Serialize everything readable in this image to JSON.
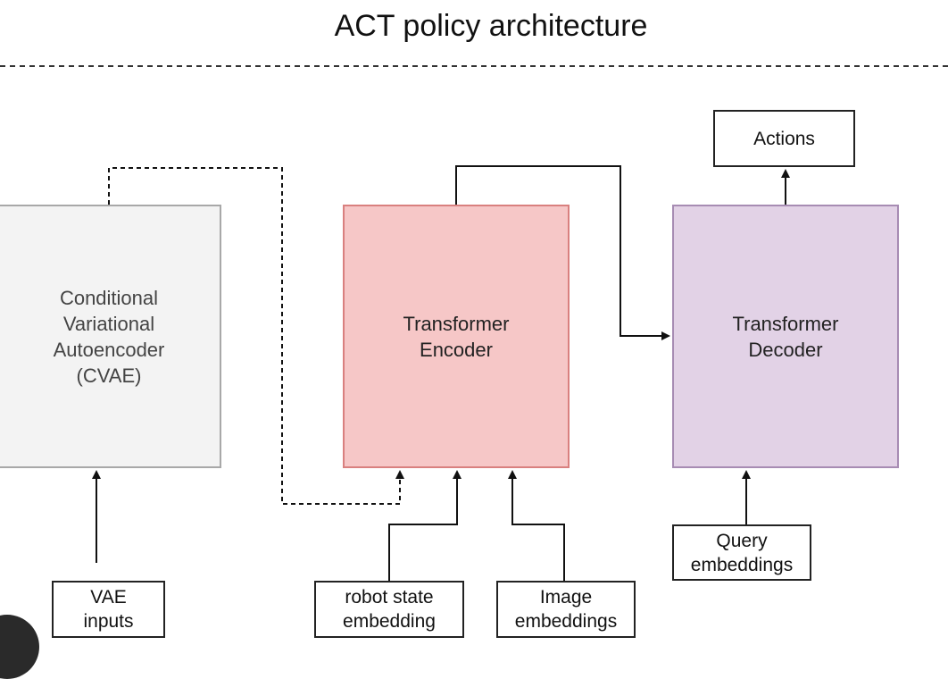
{
  "title": "ACT policy architecture",
  "blocks": {
    "cvae": [
      "Conditional",
      "Variational",
      "Autoencoder",
      "(CVAE)"
    ],
    "encoder": [
      "Transformer",
      "Encoder"
    ],
    "decoder": [
      "Transformer",
      "Decoder"
    ]
  },
  "boxes": {
    "actions": [
      "Actions"
    ],
    "query": [
      "Query",
      "embeddings"
    ],
    "vae": [
      "VAE",
      "inputs"
    ],
    "robot": [
      "robot state",
      "embedding"
    ],
    "image": [
      "Image",
      "embeddings"
    ]
  },
  "colors": {
    "cvae_fill": "#f3f3f3",
    "encoder_fill": "#f6c7c7",
    "decoder_fill": "#e2d2e6",
    "line": "#111111"
  }
}
